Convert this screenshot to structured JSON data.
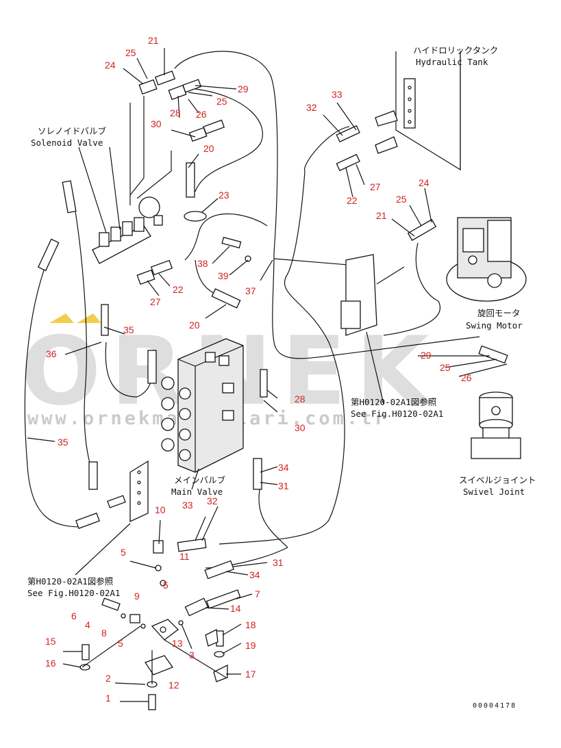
{
  "watermark": {
    "logo_text": "ORNEK",
    "url": "www.ornekmakinalari.com.tr"
  },
  "labels": {
    "hydraulic_tank_jp": "ハイドロリックタンク",
    "hydraulic_tank_en": "Hydraulic Tank",
    "solenoid_valve_jp": "ソレノイドバルブ",
    "solenoid_valve_en": "Solenoid Valve",
    "swing_motor_jp": "旋回モータ",
    "swing_motor_en": "Swing Motor",
    "main_valve_jp": "メインバルブ",
    "main_valve_en": "Main Valve",
    "swivel_joint_jp": "スイベルジョイント",
    "swivel_joint_en": "Swivel Joint",
    "see_fig_right_jp": "第H0120-02A1図参照",
    "see_fig_right_en": "See Fig.H0120-02A1",
    "see_fig_left_jp": "第H0120-02A1図参照",
    "see_fig_left_en": "See Fig.H0120-02A1"
  },
  "drawing_code": "00004178",
  "callouts": [
    {
      "n": "21"
    },
    {
      "n": "25"
    },
    {
      "n": "24"
    },
    {
      "n": "29"
    },
    {
      "n": "25"
    },
    {
      "n": "28"
    },
    {
      "n": "26"
    },
    {
      "n": "30"
    },
    {
      "n": "20"
    },
    {
      "n": "23"
    },
    {
      "n": "38"
    },
    {
      "n": "39"
    },
    {
      "n": "37"
    },
    {
      "n": "22"
    },
    {
      "n": "27"
    },
    {
      "n": "20"
    },
    {
      "n": "35"
    },
    {
      "n": "36"
    },
    {
      "n": "35"
    },
    {
      "n": "32"
    },
    {
      "n": "33"
    },
    {
      "n": "27"
    },
    {
      "n": "22"
    },
    {
      "n": "24"
    },
    {
      "n": "25"
    },
    {
      "n": "21"
    },
    {
      "n": "29"
    },
    {
      "n": "25"
    },
    {
      "n": "26"
    },
    {
      "n": "28"
    },
    {
      "n": "30"
    },
    {
      "n": "34"
    },
    {
      "n": "31"
    },
    {
      "n": "33"
    },
    {
      "n": "32"
    },
    {
      "n": "10"
    },
    {
      "n": "5"
    },
    {
      "n": "11"
    },
    {
      "n": "31"
    },
    {
      "n": "5"
    },
    {
      "n": "34"
    },
    {
      "n": "7"
    },
    {
      "n": "9"
    },
    {
      "n": "6"
    },
    {
      "n": "4"
    },
    {
      "n": "8"
    },
    {
      "n": "5"
    },
    {
      "n": "13"
    },
    {
      "n": "14"
    },
    {
      "n": "3"
    },
    {
      "n": "18"
    },
    {
      "n": "19"
    },
    {
      "n": "15"
    },
    {
      "n": "16"
    },
    {
      "n": "17"
    },
    {
      "n": "2"
    },
    {
      "n": "12"
    },
    {
      "n": "1"
    }
  ]
}
